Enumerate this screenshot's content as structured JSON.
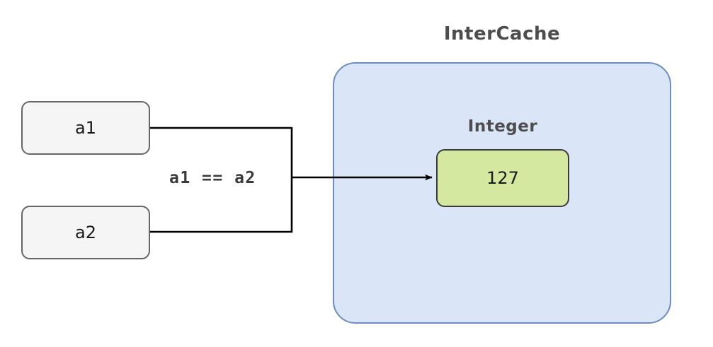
{
  "diagram": {
    "title_text": "InterCache",
    "background_color": "#ffffff",
    "container": {
      "name": "InterCache",
      "label": "InterCache",
      "fill": "#dae5f8",
      "stroke": "#6c8ebf"
    },
    "groups": [
      {
        "label": "Integer",
        "color": "#4d4d4d"
      }
    ],
    "nodes": [
      {
        "id": "a1",
        "label": "a1",
        "fill": "#f5f5f5",
        "stroke": "#666666",
        "text_color": "#1a1a1a"
      },
      {
        "id": "a2",
        "label": "a2",
        "fill": "#f5f5f5",
        "stroke": "#666666",
        "text_color": "#1a1a1a"
      },
      {
        "id": "integer-value",
        "label": "127",
        "fill": "#d5e8a0",
        "stroke": "#3a3a3a",
        "text_color": "#1a1a1a"
      }
    ],
    "edges": [
      {
        "id": "a1-a2-to-integer",
        "label": "a1 == a2",
        "from": [
          "a1",
          "a2"
        ],
        "to": "integer-value",
        "stroke": "#000000",
        "arrowhead": "filled-triangle"
      }
    ]
  }
}
